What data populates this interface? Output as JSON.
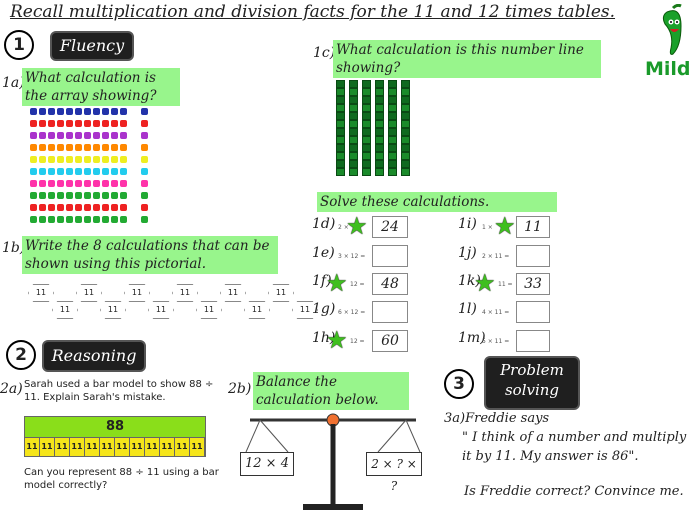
{
  "title": "Recall multiplication and division facts for the 11 and 12 times tables.",
  "logo": {
    "label": "Mild",
    "icon": "chilli-pepper-icon",
    "color": "#1a9a2a"
  },
  "sections": {
    "fluency": {
      "number": "1",
      "label": "Fluency"
    },
    "reasoning": {
      "number": "2",
      "label": "Reasoning"
    },
    "problem_solving": {
      "number": "3",
      "label_line1": "Problem",
      "label_line2": "solving"
    }
  },
  "q1a": {
    "tag": "1a)",
    "text": "What calculation is the array showing?"
  },
  "array_row_colors": [
    "#2233aa",
    "#ee2222",
    "#aa33cc",
    "#ff8800",
    "#eeee22",
    "#22ccee",
    "#ff33aa",
    "#22aa33",
    "#ee2222",
    "#22aa33"
  ],
  "q1b": {
    "tag": "1b)",
    "text": "Write the 8 calculations that can be shown using this pictorial."
  },
  "hexagons": [
    "11",
    "11",
    "11",
    "11",
    "11",
    "11",
    "11",
    "11",
    "11",
    "11",
    "11",
    "11"
  ],
  "q1c": {
    "tag": "1c)",
    "text": "What calculation is this number line showing?"
  },
  "solve_heading": "Solve these calculations.",
  "calcs_left": [
    {
      "tag": "1d)",
      "expr": "2 × ",
      "star": true,
      "answer": "24"
    },
    {
      "tag": "1e)",
      "expr": "3 × 12 =",
      "star": false,
      "answer": ""
    },
    {
      "tag": "1f)",
      "expr": "12 =",
      "star": true,
      "answer": "48"
    },
    {
      "tag": "1g)",
      "expr": "6 × 12 =",
      "star": false,
      "answer": ""
    },
    {
      "tag": "1h)",
      "expr": "12 =",
      "star": true,
      "answer": "60"
    }
  ],
  "calcs_right": [
    {
      "tag": "1i)",
      "expr": "1 ×",
      "star": true,
      "answer": "11"
    },
    {
      "tag": "1j)",
      "expr": "2 × 11 =",
      "star": false,
      "answer": ""
    },
    {
      "tag": "1k)",
      "expr": "11 =",
      "star": true,
      "answer": "33"
    },
    {
      "tag": "1l)",
      "expr": "4 × 11 =",
      "star": false,
      "answer": ""
    },
    {
      "tag": "1m)",
      "expr": "5 × 11 =",
      "star": false,
      "answer": ""
    }
  ],
  "q2a": {
    "tag": "2a)",
    "text": "Sarah used a bar model to show 88 ÷ 11. Explain Sarah's mistake.",
    "bar_total": "88",
    "bar_cells": [
      "11",
      "11",
      "11",
      "11",
      "11",
      "11",
      "11",
      "11",
      "11",
      "11",
      "11",
      "11"
    ],
    "question": "Can you represent 88 ÷ 11 using a bar model correctly?"
  },
  "q2b": {
    "tag": "2b)",
    "text": "Balance the calculation below.",
    "left_pan": "12 × 4",
    "right_pan": "2 × ? × ?"
  },
  "q3a": {
    "tag": "3a)",
    "intro": "Freddie says",
    "quote": "\" I think of a number and multiply it by 11. My answer is 86\".",
    "question": "Is Freddie correct? Convince me."
  }
}
